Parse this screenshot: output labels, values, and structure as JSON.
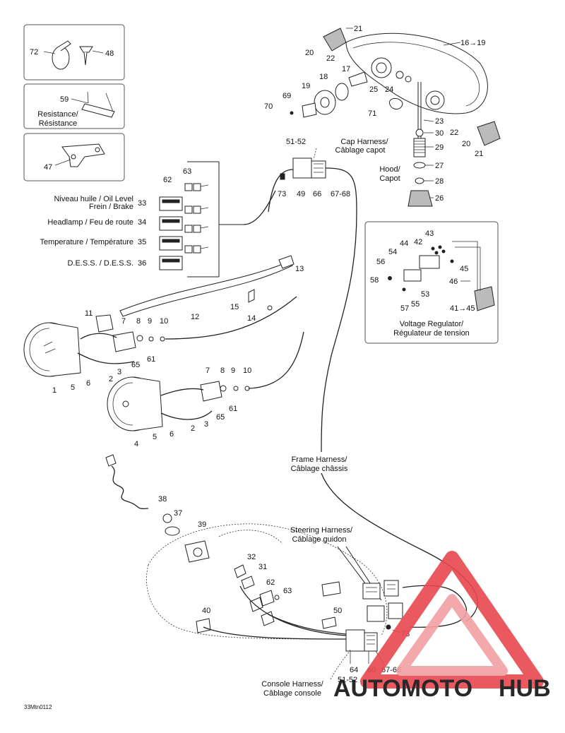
{
  "insets": {
    "top": {
      "part_a": "72",
      "part_b": "48"
    },
    "middle": {
      "part": "59",
      "label_line1": "Resistance/",
      "label_line2": "Résistance"
    },
    "bottom": {
      "part": "47"
    }
  },
  "indicators": {
    "oil_brake": {
      "label_line1": "Niveau huile / Oil Level",
      "label_line2": "Frein / Brake",
      "part": "33"
    },
    "headlamp": {
      "label": "Headlamp / Feu de route",
      "part": "34"
    },
    "temperature": {
      "label": "Temperature / Température",
      "part": "35"
    },
    "dess": {
      "label": "D.E.S.S. / D.E.S.S.",
      "part": "36"
    },
    "connector_parts": {
      "a": "62",
      "b": "63"
    }
  },
  "cap_harness": {
    "label_line1": "Cap Harness/",
    "label_line2": "Câblage capot",
    "parts": {
      "p5152": "51-52",
      "p73": "73",
      "p49": "49",
      "p66": "66",
      "p6768": "67-68"
    }
  },
  "hood": {
    "label_line1": "Hood/",
    "label_line2": "Capot",
    "parts": [
      "16→19",
      "17",
      "18",
      "19",
      "20",
      "21",
      "22",
      "23",
      "24",
      "25",
      "26",
      "27",
      "28",
      "29",
      "30",
      "69",
      "70",
      "71"
    ]
  },
  "voltage_regulator": {
    "label_line1": "Voltage Regulator/",
    "label_line2": "Régulateur de tension",
    "parts": [
      "41→45",
      "42",
      "43",
      "44",
      "45",
      "46",
      "53",
      "54",
      "55",
      "56",
      "57",
      "58"
    ]
  },
  "gauges": {
    "parts": [
      "1",
      "2",
      "3",
      "4",
      "5",
      "6",
      "7",
      "8",
      "9",
      "10",
      "11",
      "12",
      "13",
      "14",
      "15",
      "61",
      "65"
    ]
  },
  "frame_harness": {
    "label_line1": "Frame Harness/",
    "label_line2": "Câblage châssis"
  },
  "steering_harness": {
    "label_line1": "Steering Harness/",
    "label_line2": "Câblage guidon"
  },
  "console": {
    "parts": [
      "31",
      "32",
      "37",
      "38",
      "39",
      "40",
      "50",
      "62",
      "63",
      "73"
    ]
  },
  "console_harness": {
    "label_line1": "Console Harness/",
    "label_line2": "Câblage console",
    "parts": {
      "p64": "64",
      "p5152": "51-52",
      "p60": "60",
      "p6768": "67-68"
    }
  },
  "footer": {
    "code": "33Mtn0112"
  },
  "watermark": {
    "text_a": "AUTOMOTO",
    "text_b": "HUB",
    "color_main": "#e8474f",
    "color_light": "#f2a0a4",
    "color_grey": "#7d7d7d"
  }
}
